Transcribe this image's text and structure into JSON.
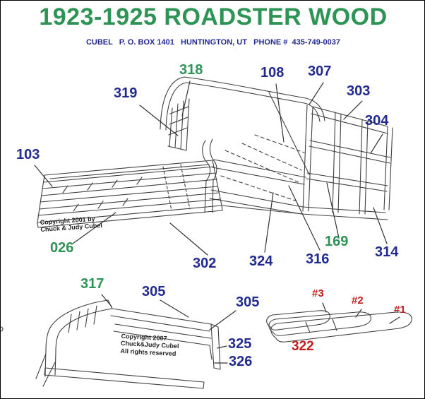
{
  "header": {
    "title": "1923-1925 ROADSTER WOOD",
    "contact": "CUBEL   P. O. BOX 1401   HUNTINGTON, UT   PHONE #  435-749-0037"
  },
  "colors": {
    "title_green": "#2e9455",
    "label_navy": "#232a8d",
    "label_green": "#2e9455",
    "label_red": "#c31c1c",
    "linework": "#404040"
  },
  "main_diagram": {
    "description": "roadster body wood frame with rear deck floor",
    "copyright_line1": "Copyright 2001 by",
    "copyright_line2": "Chuck & Judy Cubel",
    "labels": {
      "103": "103",
      "319": "319",
      "318": "318",
      "108": "108",
      "307": "307",
      "303": "303",
      "304": "304",
      "026": "026",
      "302": "302",
      "324": "324",
      "316": "316",
      "169": "169",
      "314": "314"
    }
  },
  "seat_riser_diagram": {
    "description": "seat riser / heel board assembly",
    "copyright_line1": "Copyright 2007",
    "copyright_line2": "Chuck&Judy Cubel",
    "copyright_line3": "All rights reserved",
    "labels": {
      "317": "317",
      "305a": "305",
      "305b": "305",
      "325": "325",
      "326": "326"
    }
  },
  "top_irons_diagram": {
    "description": "top iron bow assembly",
    "labels": {
      "n3": "#3",
      "n2": "#2",
      "n1": "#1",
      "322": "322"
    }
  }
}
